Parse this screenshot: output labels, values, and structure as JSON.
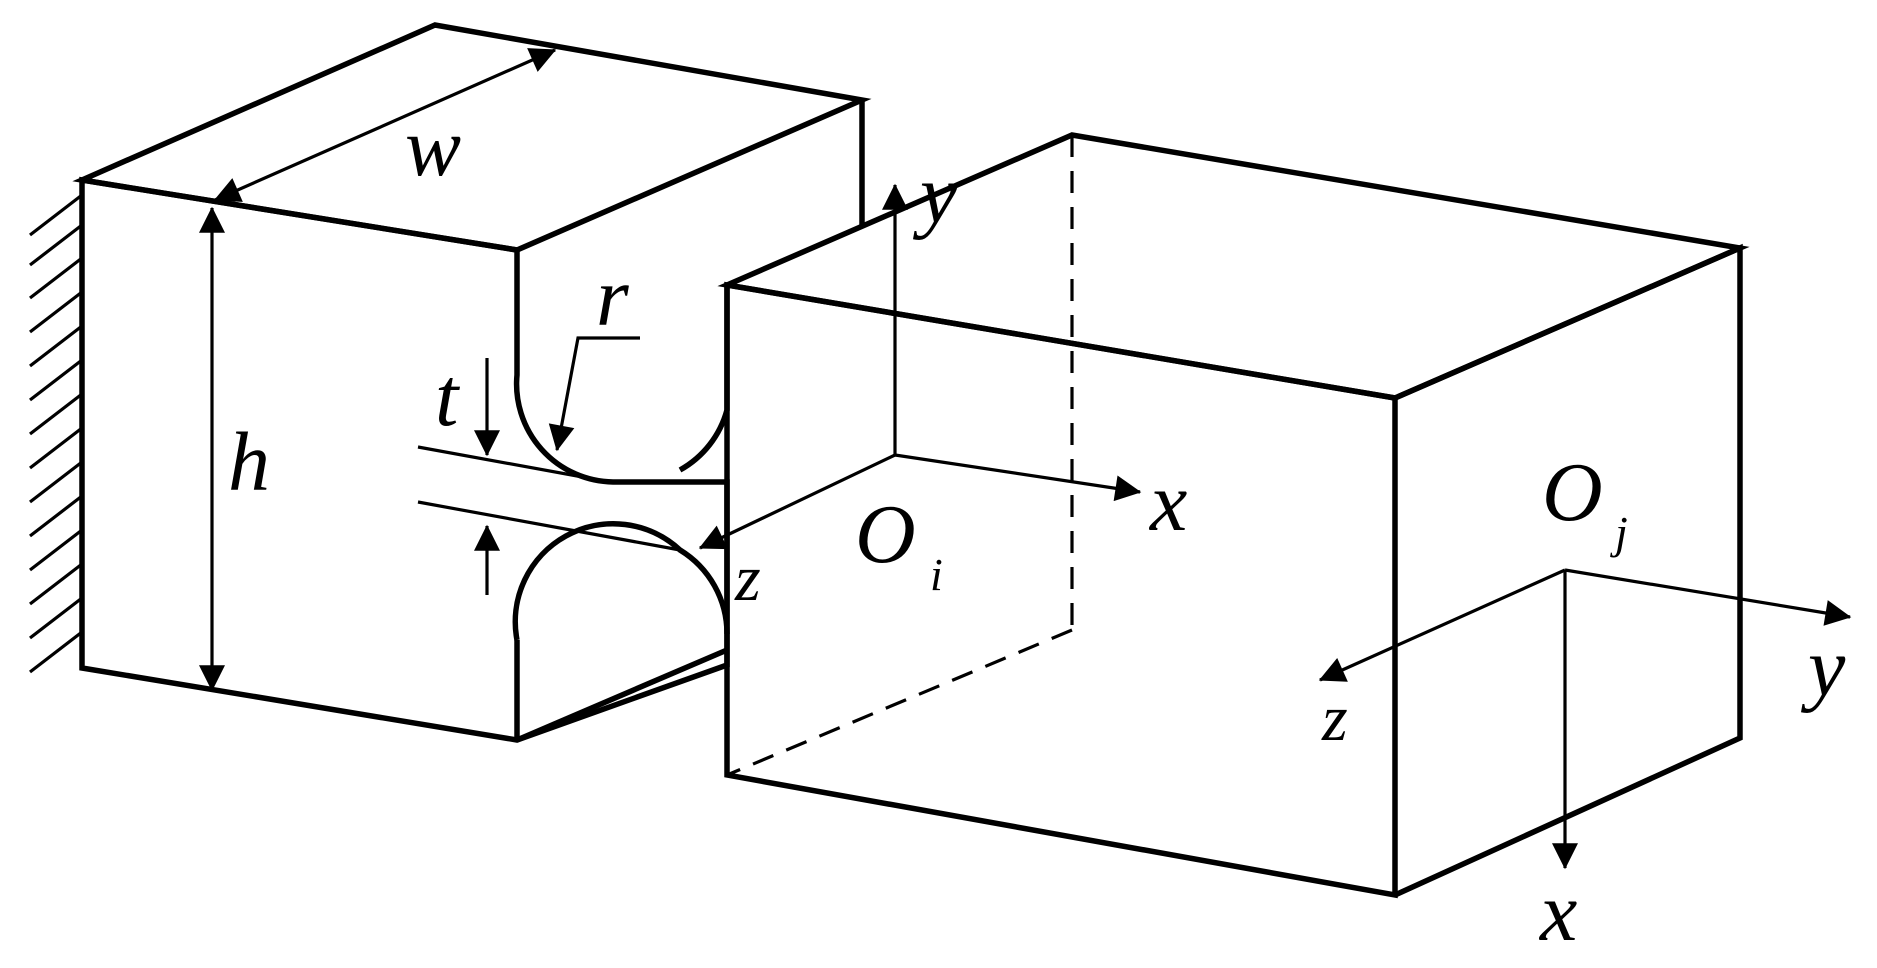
{
  "diagram": {
    "labels": {
      "width": "w",
      "height": "h",
      "radius": "r",
      "thickness": "t",
      "origin_i": "O",
      "origin_i_sub": "i",
      "origin_j": "O",
      "origin_j_sub": "j",
      "axis_i_x": "x",
      "axis_i_y": "y",
      "axis_i_z": "z",
      "axis_j_x": "x",
      "axis_j_y": "y",
      "axis_j_z": "z"
    },
    "colors": {
      "stroke": "#000000",
      "background": "#ffffff"
    }
  }
}
